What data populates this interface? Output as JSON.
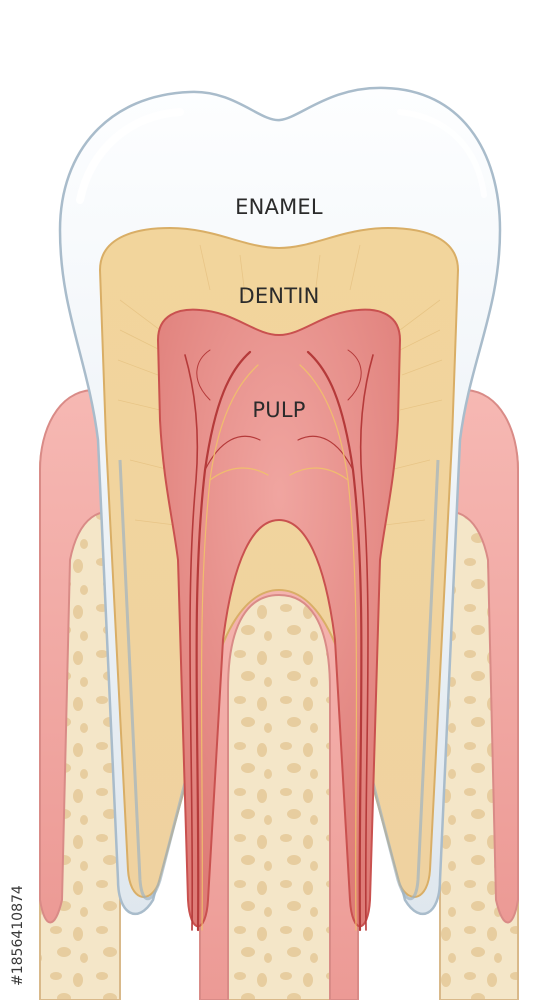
{
  "labels": {
    "enamel": "ENAMEL",
    "dentin": "DENTIN",
    "pulp": "PULP"
  },
  "stock_id": "#1856410874",
  "colors": {
    "enamel": "#eef3f7",
    "enamel_edge": "#a9bccb",
    "dentin": "#efcf95",
    "dentin_light": "#f6e3b7",
    "pulp": "#e48c87",
    "pulp_dark": "#c9514f",
    "gum": "#f1a9a5",
    "bone": "#f3e3c4",
    "bone_pore": "#e9cfa6",
    "vessel": "#b53a3a"
  }
}
